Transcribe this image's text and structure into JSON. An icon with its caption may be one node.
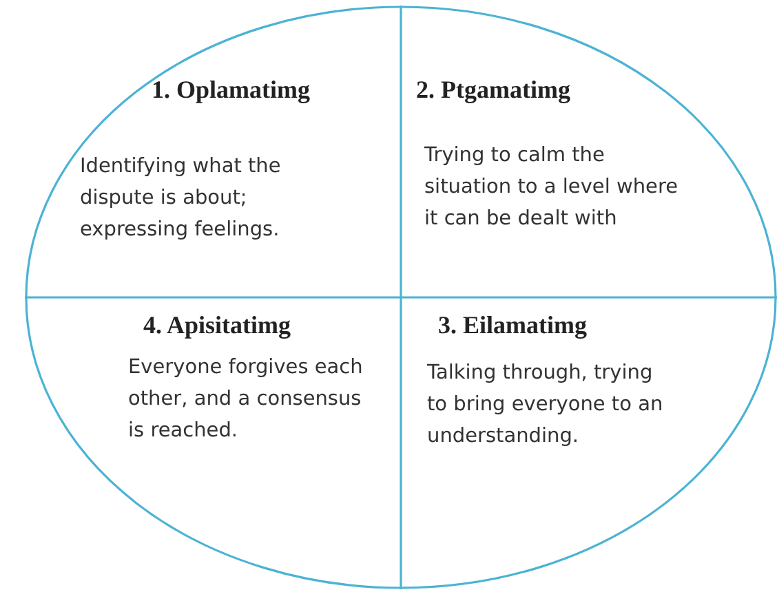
{
  "diagram": {
    "nodes": [
      {
        "text": [],
        "shape": "ellipse"
      },
      {
        "text": [
          "1. Oplamatimg",
          "Identifying what the dispute is about; expressing feelings."
        ],
        "in": 0
      },
      {
        "text": [
          "2. Ptgamatimg",
          "Trying to calm the situation to a level where it can be dealt with"
        ],
        "in": 0
      },
      {
        "text": [
          "4. Apisitatimg",
          "Everyone forgives each other, and a consensus is reached."
        ],
        "in": 0
      },
      {
        "text": [
          "3. Eilamatimg",
          "Talking through, trying to bring everyone to an understanding."
        ],
        "in": 0
      }
    ],
    "edges": []
  }
}
